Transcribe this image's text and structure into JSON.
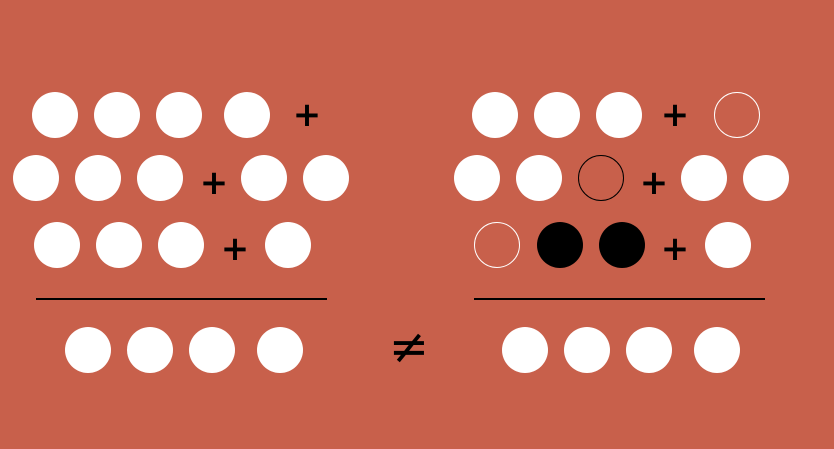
{
  "colors": {
    "background": "#c8604b",
    "dot": "#ffffff",
    "filled_dot": "#000000",
    "line": "#000000"
  },
  "neq_symbol": "≠",
  "plus_symbol": "+",
  "left": {
    "rows": [
      [
        "white",
        "white",
        "white",
        "white",
        "+"
      ],
      [
        "white",
        "white",
        "white",
        "+",
        "white",
        "white"
      ],
      [
        "white",
        "white",
        "white",
        "+",
        "white"
      ]
    ],
    "result": [
      "white",
      "white",
      "white",
      "white"
    ]
  },
  "right": {
    "rows": [
      [
        "white",
        "white",
        "white",
        "+",
        "empty-white"
      ],
      [
        "white",
        "white",
        "empty-black",
        "+",
        "white",
        "white"
      ],
      [
        "empty-white",
        "black",
        "black",
        "+",
        "white"
      ]
    ],
    "result": [
      "white",
      "white",
      "white",
      "white"
    ]
  }
}
